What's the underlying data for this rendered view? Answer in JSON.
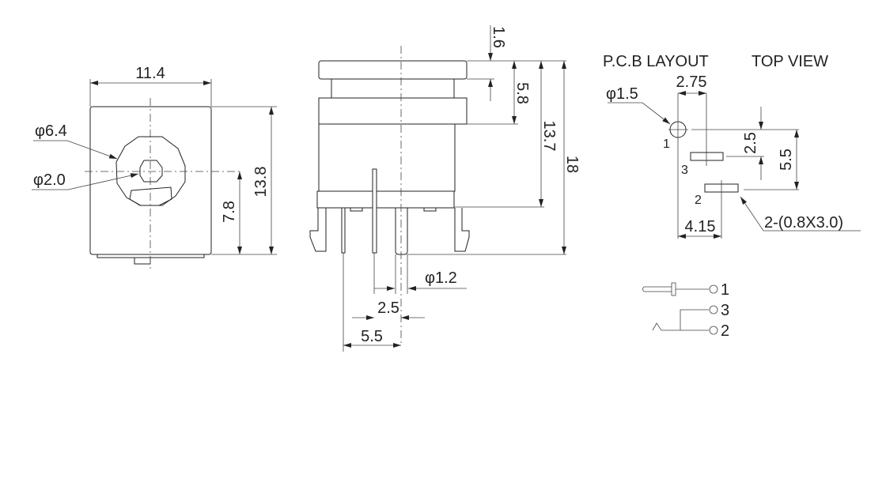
{
  "front_view": {
    "width": "11.4",
    "height": "13.8",
    "center_height": "7.8",
    "outer_dia": "φ6.4",
    "inner_dia": "φ2.0"
  },
  "side_view": {
    "flange": "1.6",
    "top_section": "5.8",
    "body_height": "13.7",
    "total_height": "18",
    "pin_dia": "φ1.2",
    "pin_pitch_small": "2.5",
    "pin_pitch_large": "5.5"
  },
  "pcb_layout": {
    "title": "P.C.B LAYOUT",
    "view": "TOP VIEW",
    "hole_dia": "φ1.5",
    "offset_x": "2.75",
    "offset_y_small": "2.5",
    "offset_y_large": "5.5",
    "offset_x_large": "4.15",
    "slot_size": "2-(0.8X3.0)",
    "pin_labels": [
      "1",
      "3",
      "2"
    ]
  },
  "schematic": {
    "pins": [
      "1",
      "3",
      "2"
    ]
  }
}
